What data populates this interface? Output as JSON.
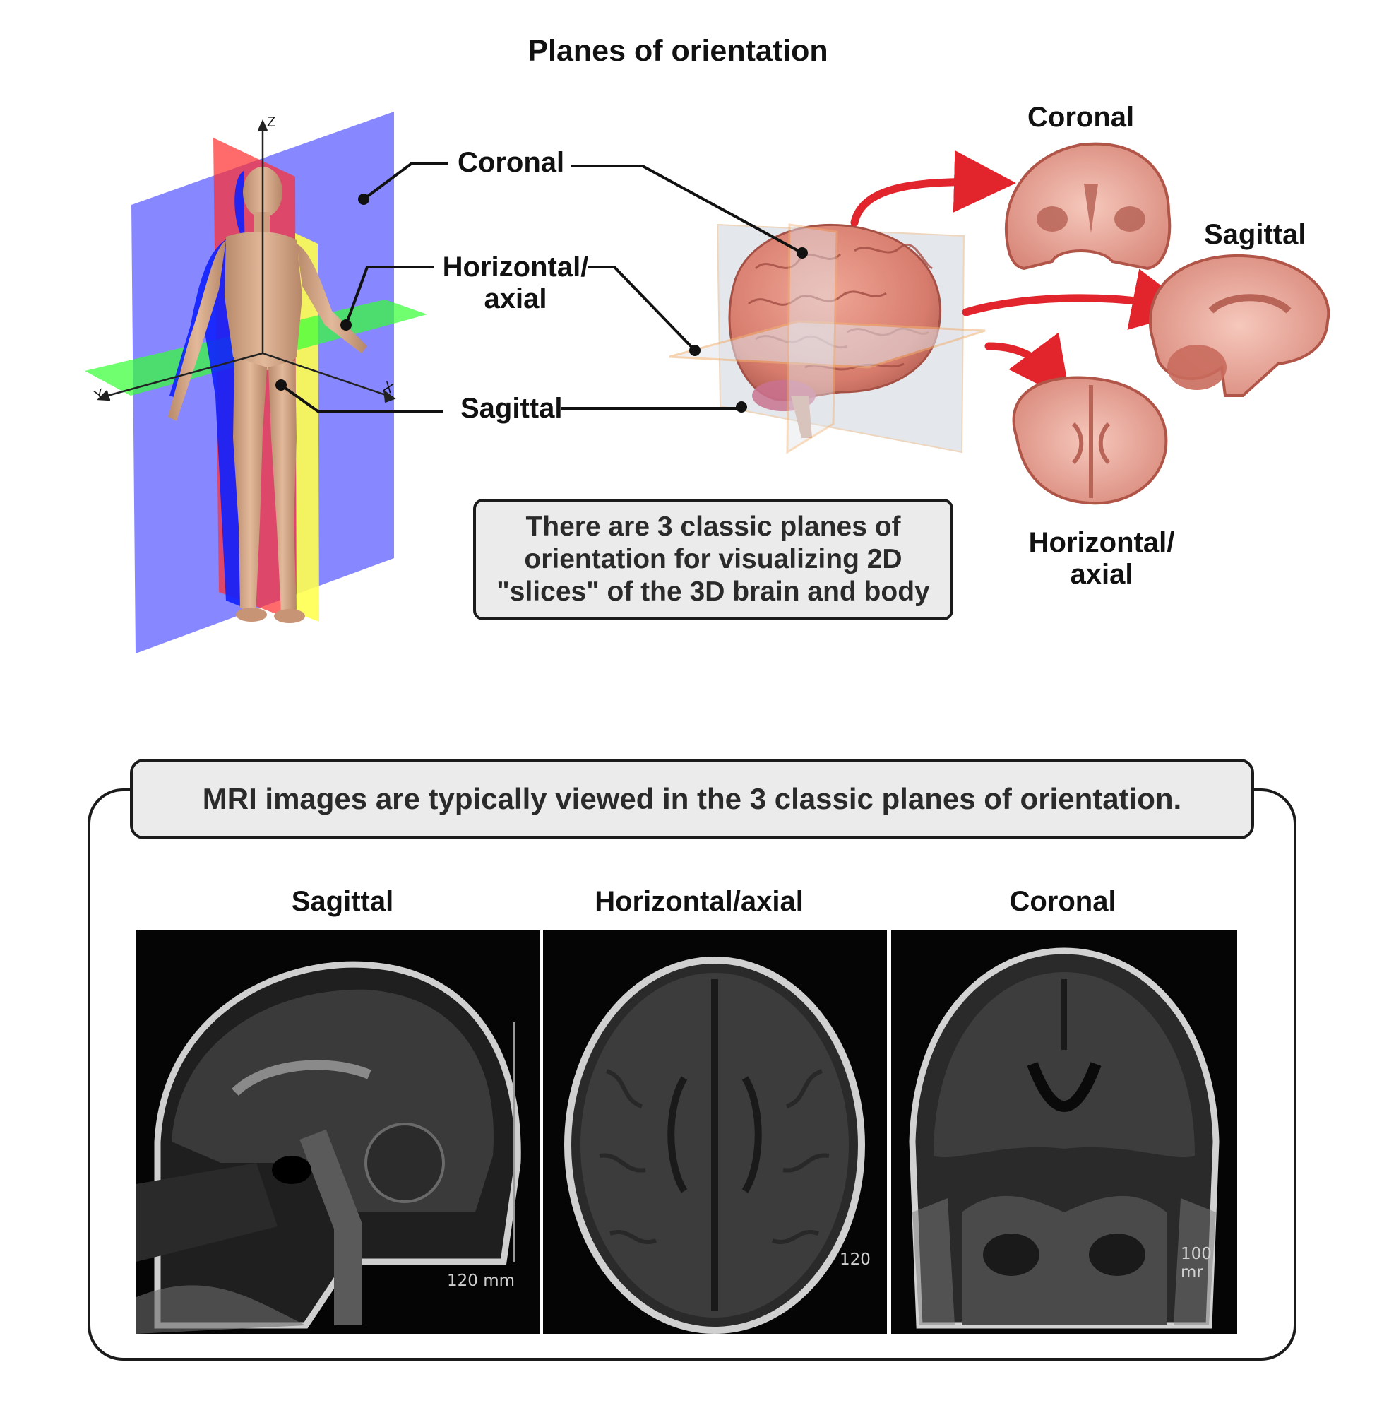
{
  "title": "Planes of orientation",
  "body_labels": {
    "coronal": "Coronal",
    "horizontal_line1": "Horizontal/",
    "horizontal_line2": "axial",
    "sagittal": "Sagittal"
  },
  "axes": {
    "z": "Z",
    "y": "Y",
    "x": "X"
  },
  "slice_labels": {
    "coronal": "Coronal",
    "sagittal": "Sagittal",
    "horizontal_line1": "Horizontal/",
    "horizontal_line2": "axial"
  },
  "callout_text": "There are 3 classic planes of orientation for visualizing 2D \"slices\" of the 3D brain and body",
  "mri_banner": "MRI images are typically viewed in the 3 classic planes of orientation.",
  "mri_panels": [
    {
      "title": "Sagittal",
      "scale": "120 mm"
    },
    {
      "title": "Horizontal/axial",
      "scale": "120"
    },
    {
      "title": "Coronal",
      "scale": "100 mr"
    }
  ],
  "colors": {
    "coronal_plane": "#7d7dff",
    "sagittal_plane": "#ff2020",
    "sagittal_plane_2": "#ffff40",
    "horizontal_plane": "#40ff40",
    "skin": "#d6a888",
    "brain": "#d77c6d",
    "arrow": "#e2242c"
  }
}
